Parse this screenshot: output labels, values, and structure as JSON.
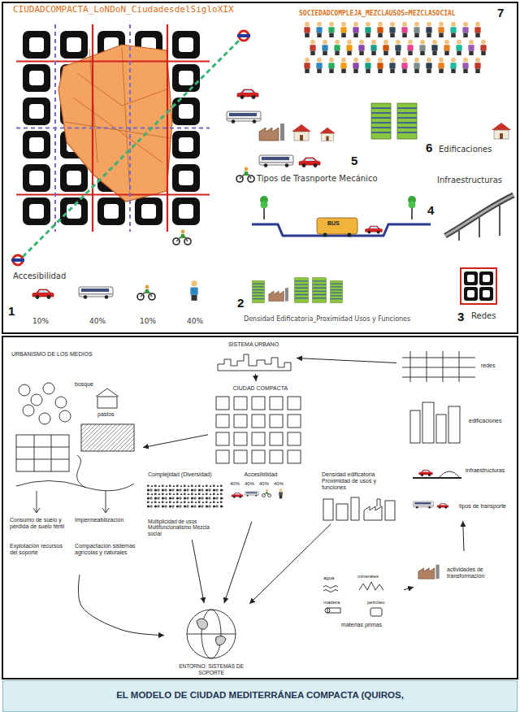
{
  "diagram": {
    "title": "CIUDADCOMPACTA_LoNDoN_CiudadesdelSigloXIX",
    "caption": "EL MODELO DE CIUDAD MEDITERRÁNEA COMPACTA (QUIROS,",
    "nodes": [
      {
        "text": [
          "SISTEMA URBANO"
        ]
      },
      {
        "text": [
          "URBANISMO DE LOS MEDIOS"
        ]
      },
      {
        "text": [
          "CIUDAD COMPACTA"
        ]
      },
      {
        "text": [
          "redes"
        ]
      },
      {
        "text": [
          "edificaciones"
        ]
      },
      {
        "text": [
          "infraestructuras"
        ]
      },
      {
        "text": [
          "Complejidad (Diversidad)",
          "Multiplicidad de usos Multifuncionalismo Mezcla social"
        ]
      },
      {
        "text": [
          "Accesibilidad"
        ]
      },
      {
        "text": [
          "Densidad edificatoria Proximidad de usos y funciones"
        ]
      },
      {
        "text": [
          "tipos de transporte"
        ]
      },
      {
        "text": [
          "actividades de transformación"
        ]
      },
      {
        "text": [
          "materias primas"
        ]
      },
      {
        "text": [
          "ENTORNO: SISTEMAS DE SOPORTE"
        ]
      }
    ],
    "edges": [
      {
        "from": 0,
        "to": 2,
        "arrow": "to"
      },
      {
        "from": 2,
        "to": 1,
        "arrow": "to"
      },
      {
        "from": 1,
        "to": 12,
        "arrow": "to"
      },
      {
        "from": 6,
        "to": 12,
        "arrow": "to"
      },
      {
        "from": 7,
        "to": 12,
        "arrow": "to"
      },
      {
        "from": 8,
        "to": 12,
        "arrow": "to"
      },
      {
        "from": 11,
        "to": 10,
        "arrow": "to"
      },
      {
        "from": 10,
        "to": 9,
        "arrow": "to"
      },
      {
        "from": 3,
        "to": 0,
        "arrow": "to"
      }
    ],
    "labels": [
      "SOCIEDADCOMPLEJA_MEZCLAUSOS=MEZCLASOCIAL",
      "7",
      "Edificaciones",
      "6",
      "Tipos de Trasnporte Mecánico",
      "5",
      "Infraestructuras",
      "4",
      "BUS",
      "Accesibilidad",
      "1",
      "10%",
      "40%",
      "10%",
      "40%",
      "2",
      "Densidad Edificatoria_Proximidad Usos y Funciones",
      "Redes",
      "3",
      "40%",
      "40%",
      "40%",
      "40%",
      "bosque",
      "pastos",
      "Consumo de suelo y pérdida de suelo fértil",
      "Impermeabilización",
      "Explotación recursos del soporte",
      "Compactación sistemas agrícolas y naturales",
      "agua",
      "minerales",
      "madera",
      "petróleo"
    ]
  }
}
